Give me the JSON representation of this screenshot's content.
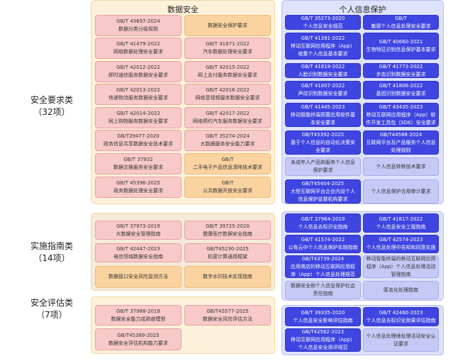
{
  "headers": {
    "data_security": "数据安全",
    "personal_info": "个人信息保护"
  },
  "rows": [
    {
      "label": "安全要求类",
      "count": "（32项）"
    },
    {
      "label": "实施指南类",
      "count": "（14项）"
    },
    {
      "label": "安全评估类",
      "count": "（7项）"
    }
  ],
  "ds_req": [
    [
      "GB/T 43697-2024",
      "数据分类分级规则"
    ],
    [
      "数据安全保护要求"
    ],
    [
      "GB/T 41479-2022",
      "网络数据处理安全要求"
    ],
    [
      "GB/T 41871-2022",
      "汽车数据处理安全要求"
    ],
    [
      "GB/T 42012-2022",
      "即时通信服务数据安全要求"
    ],
    [
      "GB/T 42015-2022",
      "网上支付服务数据安全要求"
    ],
    [
      "GB/T 42013-2022",
      "快递物流服务数据安全要求"
    ],
    [
      "GB/T 42016-2022",
      "网络音视频服务数据安全要求"
    ],
    [
      "GB/T 42014-2022",
      "网上购物服务数据安全要求"
    ],
    [
      "GB/T 42017-2022",
      "网络预约汽车服务数据安全要求"
    ],
    [
      "GB/T39477-2020",
      "政务信息共享数据安全技术要求"
    ],
    [
      "GB/T 35274-2024",
      "大数据服务安全能力要求"
    ],
    [
      "GB/T 37932",
      "数据交换服务安全要求"
    ],
    [
      "GB/T",
      "二手电子产品信息清除技术要求"
    ],
    [
      "GB/T 45396-2025",
      "政务数据处理安全要求"
    ],
    [
      "GB/T",
      "公共数据开放安全要求"
    ]
  ],
  "pi_req": [
    [
      "GB/T 35273-2020",
      "个人信息安全规范"
    ],
    [
      "GB/T",
      "敏感个人信息处理安全要求"
    ],
    [
      "GB/T 41391-2022",
      "移动互联网应用程序（App）",
      "收集个人信息基本要求"
    ],
    [
      "GB/T 40660-2021",
      "生物特征识别信息保护基本要求"
    ],
    [
      "GB/T 41819-2022",
      "人脸识别数据安全要求"
    ],
    [
      "GB/T 41773-2022",
      "步态识别数据安全要求"
    ],
    [
      "GB/T 41807-2022",
      "声纹识别数据安全要求"
    ],
    [
      "GB/T 41806-2022",
      "基因识别数据安全要求"
    ],
    [
      "GB/T 41445-2023",
      "移动智能终端预置应用软件基",
      "本安全要求"
    ],
    [
      "GB/T 43435-2023",
      "移动互联网应用程序（App）软",
      "件开发工具包（SDK）安全要求"
    ],
    [
      "GB/T45392-2025",
      "基于个人信息的自动化决策安",
      "全要求"
    ],
    [
      "GB/T44588-2024",
      "互联网平台及产品服务个人信息",
      "处理规则"
    ],
    [
      "未成年人产品和服务个人信息",
      "保护要求"
    ],
    [
      "个人信息转移技术要求"
    ],
    [
      "GB/T45404-2025",
      "大型互联网平台企业内设个人",
      "信息保护监督机构要求"
    ],
    [
      "个人信息保护合规审计要求"
    ]
  ],
  "ds_guide": [
    [
      "GB/T 37973-2019",
      "大数据安全管理指南"
    ],
    [
      "GB/T 39725-2020",
      "健康医疗数据安全指南"
    ],
    [
      "GB/T 42447-2023",
      "电信领域数据安全指南"
    ],
    [
      "GB/T45230-2025",
      "机密计算通用框架"
    ],
    [
      "数据接口安全风险监测方法"
    ],
    [
      "数字水印技术实现指南"
    ]
  ],
  "pi_guide": [
    [
      "GB/T 37964-2019",
      "个人信息去标识化指南"
    ],
    [
      "GB/T 41817-2022",
      "个人信息安全工程指南"
    ],
    [
      "GB/T 41574-2022",
      "公有云中个人信息保护实践指南"
    ],
    [
      "GB/T 42574-2023",
      "个人信息处理中告知和同意实施"
    ],
    [
      "GB/T43739-2024",
      "应用商店的移动互联网应用程",
      "序（App）个人信息处理规范"
    ],
    [
      "移动智能终端的移动互联网应用",
      "程序（App）个人信息处理活动",
      "管理指南"
    ],
    [
      "数据安全和个人信息保护社会",
      "责任指南"
    ],
    [
      "匿名化处理指南"
    ]
  ],
  "ds_eval": [
    [
      "GB/T 37988-2019",
      "数据安全能力成熟度模型"
    ],
    [
      "GB/T45577-2025",
      "数据安全风险评估方法"
    ],
    [
      "GB/T45389-2025",
      "数据安全评估机构能力要求"
    ]
  ],
  "pi_eval": [
    [
      "GB/T 39335-2020",
      "个人信息安全影响评估指南"
    ],
    [
      "GB/T 42460-2023",
      "个人信息去标识化效果评估指南"
    ],
    [
      "GB/T42582-2023",
      "移动互联网应用程序（App）",
      "个人信息安全测评规范"
    ],
    [
      "个人信息处理境处理活动安全认",
      "证要求"
    ]
  ]
}
